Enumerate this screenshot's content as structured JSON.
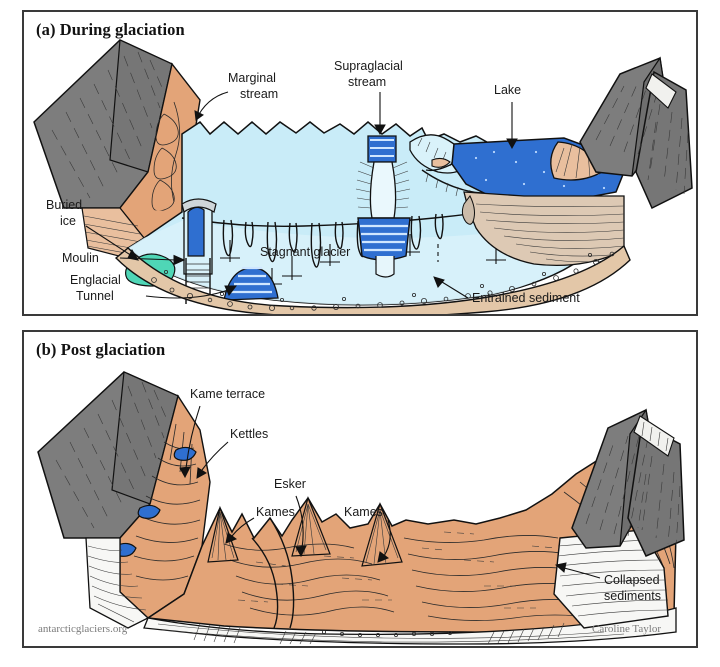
{
  "figure": {
    "caption_a": "(a) During glaciation",
    "caption_b": "(b) Post glaciation",
    "source_credit": "antarcticglaciers.org",
    "artist_credit": "Caroline Taylor"
  },
  "panel_a": {
    "title": "(a) During glaciation",
    "labels": {
      "marginal_stream": "Marginal\nstream",
      "marginal_stream_l1": "Marginal",
      "marginal_stream_l2": "stream",
      "supraglacial_stream_l1": "Supraglacial",
      "supraglacial_stream_l2": "stream",
      "lake": "Lake",
      "buried_ice_l1": "Buried",
      "buried_ice_l2": "ice",
      "moulin": "Moulin",
      "englacial_tunnel_l1": "Englacial",
      "englacial_tunnel_l2": "Tunnel",
      "stagnant_glacier": "Stagnant glacier",
      "entrained_sediment": "Entrained sediment"
    }
  },
  "panel_b": {
    "title": "(b) Post glaciation",
    "labels": {
      "kame_terrace": "Kame terrace",
      "kettles": "Kettles",
      "esker": "Esker",
      "kames_left": "Kames",
      "kames_right": "Kames",
      "collapsed_sediments_l1": "Collapsed",
      "collapsed_sediments_l2": "sediments"
    }
  },
  "colors": {
    "rock_grey": "#7d7d7d",
    "rock_grey_dark": "#6a6a6a",
    "ice_pale_blue": "#c9ecf8",
    "ice_pale_blue_2": "#d9f2fa",
    "lake_blue": "#2f6fd0",
    "water_blue": "#2f6fd0",
    "sediment_tan": "#e3a478",
    "sediment_tan_light": "#e9b793",
    "buried_ice_green": "#4fd6b6",
    "outline_black": "#111111",
    "page_background": "#ffffff",
    "frame_grey": "#3a3a3a",
    "credit_grey": "#7b7b7b"
  }
}
